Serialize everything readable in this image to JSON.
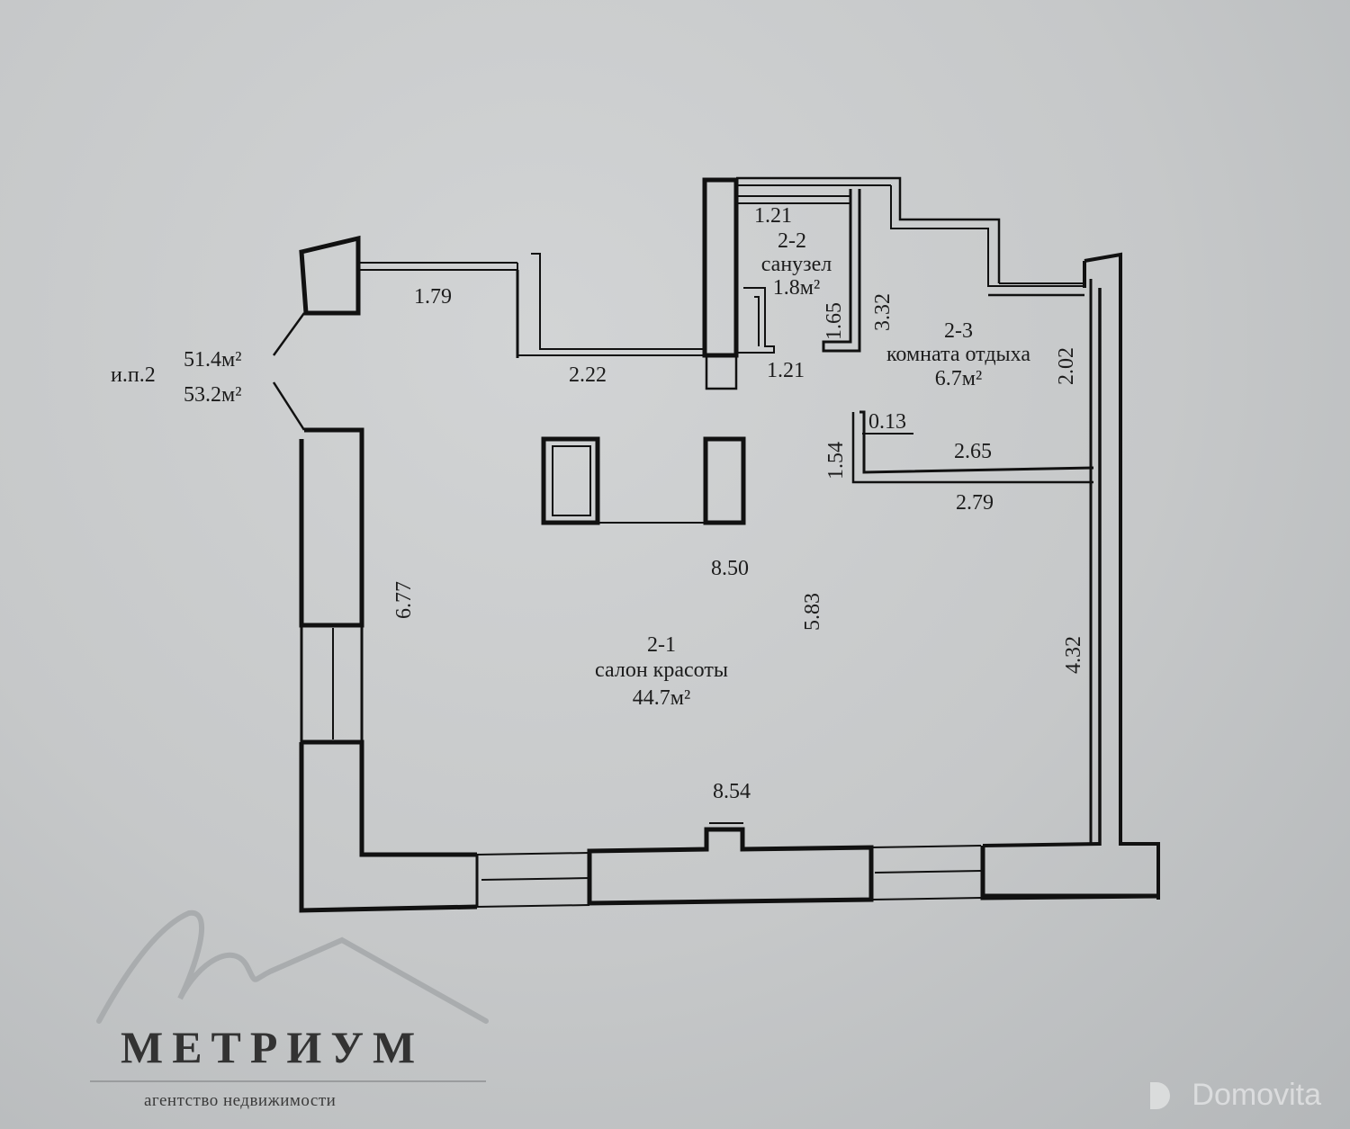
{
  "plan": {
    "unit_label": "и.п.2",
    "area_total_1": "51.4м²",
    "area_total_2": "53.2м²",
    "rooms": [
      {
        "id": "2-1",
        "name": "салон красоты",
        "area": "44.7м²"
      },
      {
        "id": "2-2",
        "name": "санузел",
        "area": "1.8м²"
      },
      {
        "id": "2-3",
        "name": "комната отдыха",
        "area": "6.7м²"
      }
    ],
    "dimensions": {
      "d_1_79": "1.79",
      "d_2_22": "2.22",
      "d_1_21_top": "1.21",
      "d_1_21_bottom": "1.21",
      "d_1_65": "1.65",
      "d_3_32": "3.32",
      "d_2_02": "2.02",
      "d_0_13": "0.13",
      "d_1_54": "1.54",
      "d_2_65": "2.65",
      "d_2_79": "2.79",
      "d_8_50": "8.50",
      "d_5_83": "5.83",
      "d_6_77": "6.77",
      "d_4_32": "4.32",
      "d_8_54": "8.54"
    }
  },
  "branding": {
    "agency_name": "МЕТРИУМ",
    "agency_subtitle": "агентство недвижимости",
    "watermark": "Domovita"
  }
}
